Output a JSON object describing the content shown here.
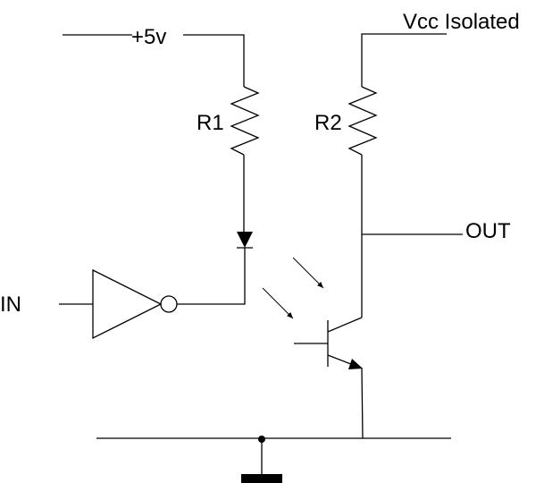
{
  "diagram": {
    "title": "Optocoupler isolation circuit",
    "labels": {
      "supply_5v": "+5v",
      "supply_isolated": "Vcc Isolated",
      "r1": "R1",
      "r2": "R2",
      "input": "IN",
      "output": "OUT"
    },
    "components": [
      {
        "id": "r1",
        "type": "resistor",
        "label": "R1"
      },
      {
        "id": "r2",
        "type": "resistor",
        "label": "R2"
      },
      {
        "id": "led",
        "type": "led-diode"
      },
      {
        "id": "inverter",
        "type": "not-gate"
      },
      {
        "id": "phototransistor",
        "type": "npn-phototransistor"
      },
      {
        "id": "ground",
        "type": "ground"
      }
    ],
    "colors": {
      "line": "#000000",
      "background": "#ffffff"
    }
  }
}
